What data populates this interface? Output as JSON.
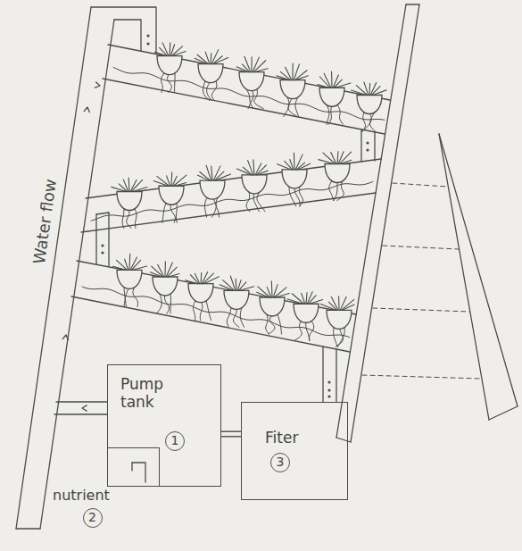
{
  "diagram": {
    "nodes": [
      {
        "text": [
          "Pump tank",
          "1"
        ]
      },
      {
        "text": [
          "nutrient",
          "2"
        ],
        "in": 0
      },
      {
        "text": [
          "Fiter",
          "3"
        ]
      }
    ],
    "edges": [
      {
        "from": 2,
        "to": 0,
        "arrow": "none"
      }
    ],
    "labels": [
      "Water flow"
    ]
  }
}
